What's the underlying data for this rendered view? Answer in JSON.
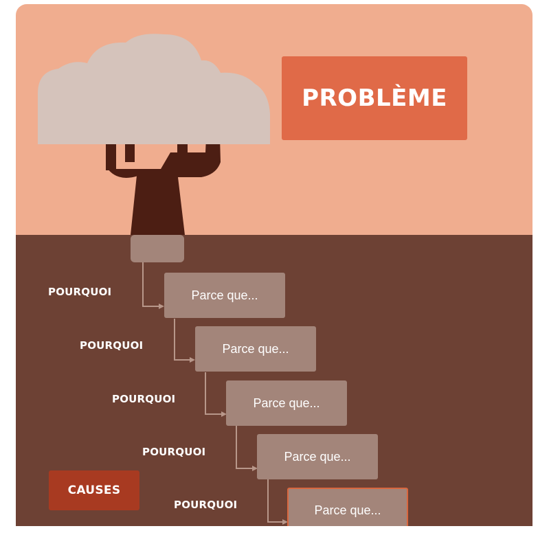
{
  "colors": {
    "sky": "#f0ad8f",
    "ground": "#6d4134",
    "problem": "#e06a48",
    "causes": "#a83a21",
    "step": "#a3857a",
    "trunk": "#4c1e13",
    "cloud": "#d5c3bb"
  },
  "problem": {
    "label": "PROBLÈME"
  },
  "causes": {
    "label": "CAUSES"
  },
  "steps": [
    {
      "question": "POURQUOI",
      "answer": "Parce que..."
    },
    {
      "question": "POURQUOI",
      "answer": "Parce que..."
    },
    {
      "question": "POURQUOI",
      "answer": "Parce que..."
    },
    {
      "question": "POURQUOI",
      "answer": "Parce que..."
    },
    {
      "question": "POURQUOI",
      "answer": "Parce que..."
    }
  ]
}
